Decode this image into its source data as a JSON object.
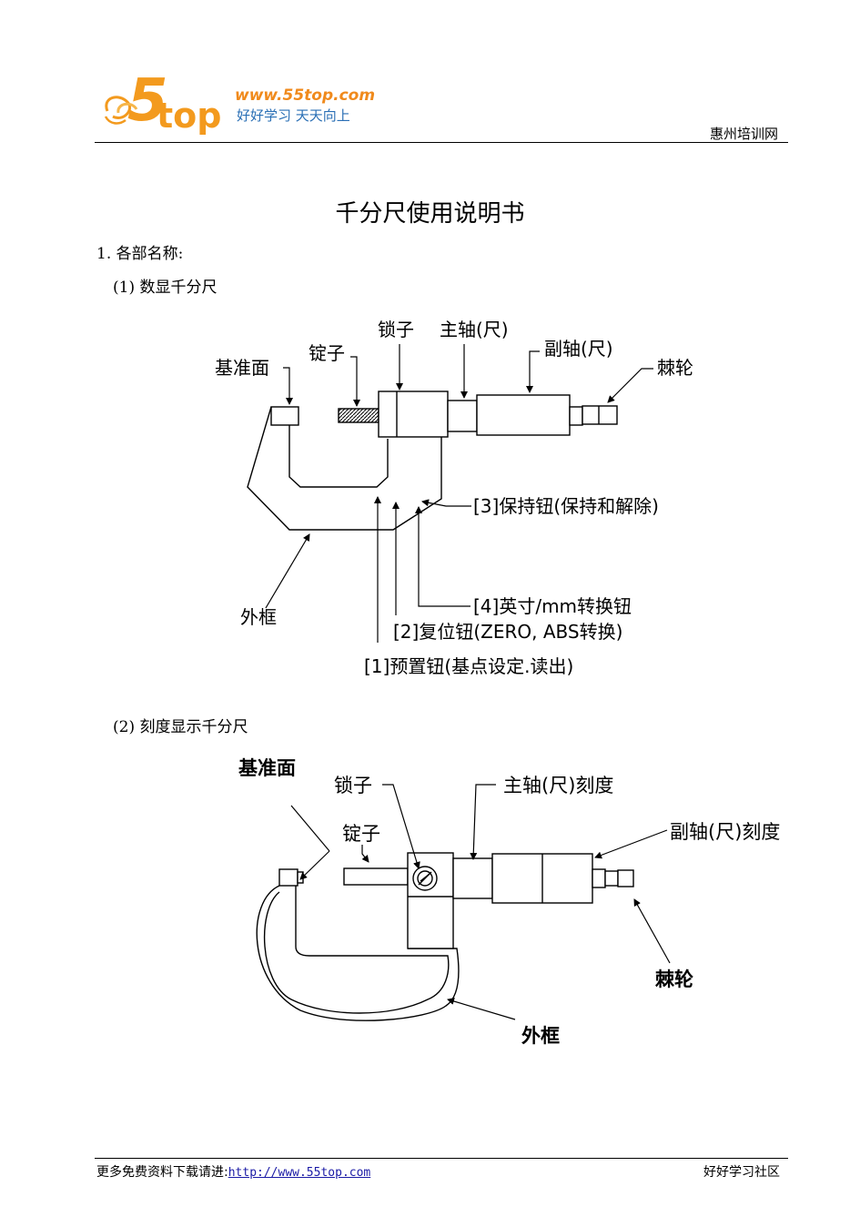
{
  "header": {
    "logo_number": "5",
    "logo_word": "top",
    "logo_url": "www.55top.com",
    "logo_slogan": "好好学习 天天向上",
    "site_name": "惠州培训网"
  },
  "title": "千分尺使用说明书",
  "section1": {
    "heading": "1. 各部名称:",
    "sub1": "(1) 数显千分尺",
    "sub2": "(2) 刻度显示千分尺"
  },
  "diagram1": {
    "ref_face": "基准面",
    "anvil": "锭子",
    "lock": "锁子",
    "main_axis": "主轴(尺)",
    "sub_axis": "副轴(尺)",
    "ratchet": "棘轮",
    "btn3": "[3]保持钮(保持和解除)",
    "frame": "外框",
    "btn4": "[4]英寸/mm转换钮",
    "btn2": "[2]复位钮(ZERO, ABS转换)",
    "btn1": "[1]预置钮(基点设定.读出)"
  },
  "diagram2": {
    "ref_face": "基准面",
    "lock": "锁子",
    "main_axis": "主轴(尺)刻度",
    "anvil": "锭子",
    "sub_axis": "副轴(尺)刻度",
    "ratchet": "棘轮",
    "frame": "外框"
  },
  "footer": {
    "left_text": "更多免费资料下载请进:",
    "link": "http://www.55top.com",
    "right_text": "好好学习社区"
  },
  "colors": {
    "logo_orange": "#f39a1e",
    "logo_url_orange": "#f08a1c",
    "logo_slogan_blue": "#2a6fb5",
    "link_blue": "#1a1aa6"
  }
}
